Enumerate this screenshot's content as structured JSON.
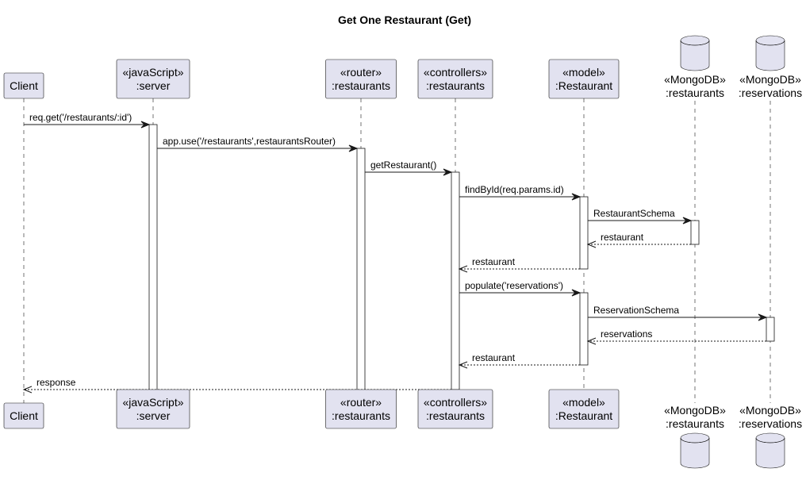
{
  "title": "Get One Restaurant (Get)",
  "participants": [
    {
      "id": "client",
      "kind": "box",
      "lines": [
        "Client"
      ]
    },
    {
      "id": "server",
      "kind": "box",
      "lines": [
        "«javaScript»",
        ":server"
      ]
    },
    {
      "id": "router",
      "kind": "box",
      "lines": [
        "«router»",
        ":restaurants"
      ]
    },
    {
      "id": "controller",
      "kind": "box",
      "lines": [
        "«controllers»",
        ":restaurants"
      ]
    },
    {
      "id": "model",
      "kind": "box",
      "lines": [
        "«model»",
        ":Restaurant"
      ]
    },
    {
      "id": "db_restaurants",
      "kind": "database",
      "lines": [
        "«MongoDB»",
        ":restaurants"
      ]
    },
    {
      "id": "db_reservations",
      "kind": "database",
      "lines": [
        "«MongoDB»",
        ":reservations"
      ]
    }
  ],
  "messages": [
    {
      "from": "client",
      "to": "server",
      "label": "req.get('/restaurants/:id')",
      "kind": "sync"
    },
    {
      "from": "server",
      "to": "router",
      "label": "app.use('/restaurants',restaurantsRouter)",
      "kind": "sync"
    },
    {
      "from": "router",
      "to": "controller",
      "label": "getRestaurant()",
      "kind": "sync"
    },
    {
      "from": "controller",
      "to": "model",
      "label": "findById(req.params.id)",
      "kind": "sync"
    },
    {
      "from": "model",
      "to": "db_restaurants",
      "label": "RestaurantSchema",
      "kind": "sync"
    },
    {
      "from": "db_restaurants",
      "to": "model",
      "label": "restaurant",
      "kind": "return"
    },
    {
      "from": "model",
      "to": "controller",
      "label": "restaurant",
      "kind": "return"
    },
    {
      "from": "controller",
      "to": "model",
      "label": "populate('reservations')",
      "kind": "sync"
    },
    {
      "from": "model",
      "to": "db_reservations",
      "label": "ReservationSchema",
      "kind": "sync"
    },
    {
      "from": "db_reservations",
      "to": "model",
      "label": "reservations",
      "kind": "return"
    },
    {
      "from": "model",
      "to": "controller",
      "label": "restaurant",
      "kind": "return"
    },
    {
      "from": "controller",
      "to": "client",
      "label": "response",
      "kind": "return"
    }
  ],
  "activations": [
    {
      "participant": "server",
      "from_msg": 0,
      "to_msg": "end"
    },
    {
      "participant": "router",
      "from_msg": 1,
      "to_msg": "end"
    },
    {
      "participant": "controller",
      "from_msg": 2,
      "to_msg": 11
    },
    {
      "participant": "model",
      "from_msg": 3,
      "to_msg": 6
    },
    {
      "participant": "db_restaurants",
      "from_msg": 4,
      "to_msg": 5
    },
    {
      "participant": "model",
      "from_msg": 7,
      "to_msg": 10
    },
    {
      "participant": "db_reservations",
      "from_msg": 8,
      "to_msg": 9
    }
  ]
}
